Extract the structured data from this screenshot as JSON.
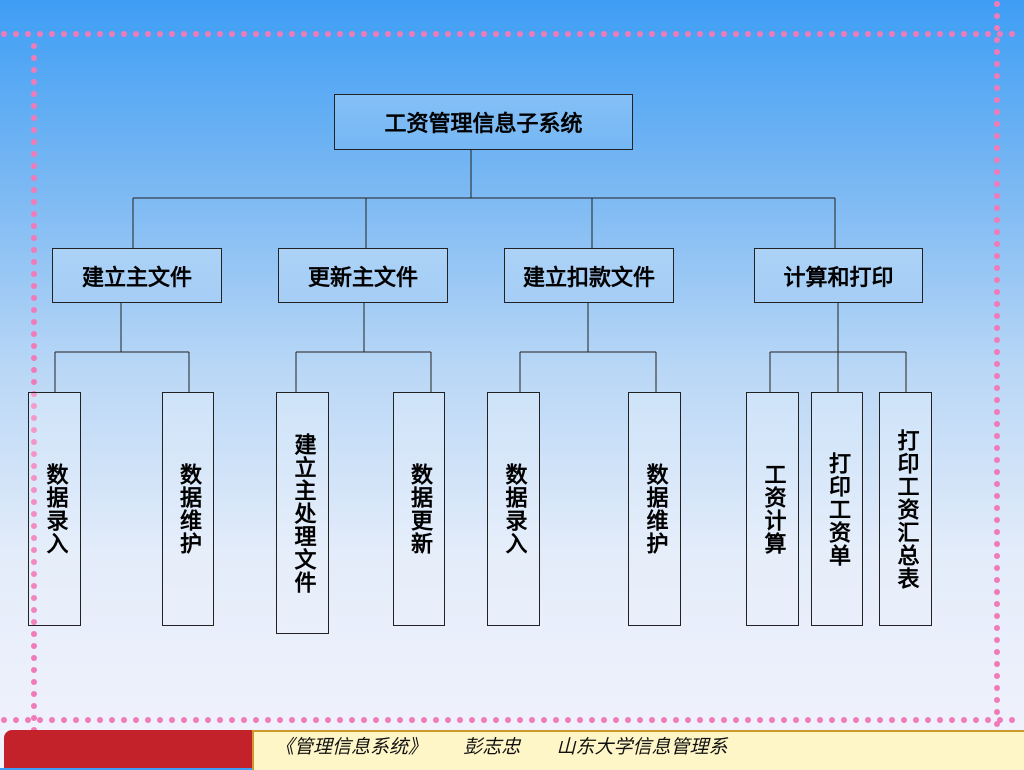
{
  "diagram": {
    "root": "工资管理信息子系统",
    "branches": [
      {
        "label": "建立主文件",
        "children": [
          "数据录入",
          "数据维护"
        ]
      },
      {
        "label": "更新主文件",
        "children": [
          "建立主处理文件",
          "数据更新"
        ]
      },
      {
        "label": "建立扣款文件",
        "children": [
          "数据录入",
          "数据维护"
        ]
      },
      {
        "label": "计算和打印",
        "children": [
          "工资计算",
          "打印工资单",
          "打印工资汇总表"
        ]
      }
    ]
  },
  "footer": {
    "course": "《管理信息系统》",
    "author": "彭志忠",
    "department": "山东大学信息管理系"
  },
  "colors": {
    "dot": "#f07bb9",
    "footer_red": "#c4222b",
    "footer_yellow": "#fff6c8"
  }
}
